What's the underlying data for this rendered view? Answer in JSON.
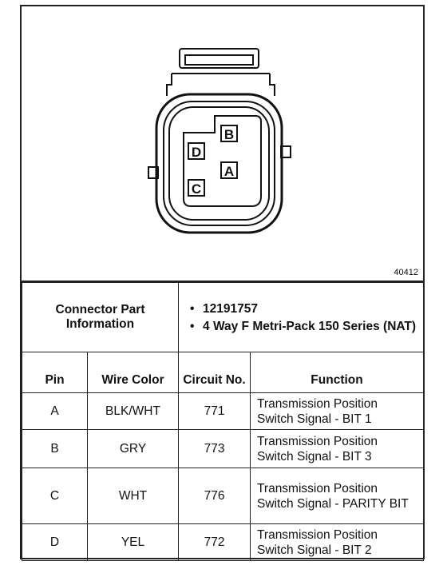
{
  "diagram": {
    "figure_id": "40412",
    "pins": [
      {
        "label": "B"
      },
      {
        "label": "D"
      },
      {
        "label": "A"
      },
      {
        "label": "C"
      }
    ]
  },
  "connector_info": {
    "label": "Connector Part Information",
    "items": [
      "12191757",
      "4 Way F Metri-Pack 150 Series (NAT)"
    ]
  },
  "table": {
    "headers": {
      "pin": "Pin",
      "wire_color": "Wire Color",
      "circuit": "Circuit No.",
      "function": "Function"
    },
    "rows": [
      {
        "pin": "A",
        "wire_color": "BLK/WHT",
        "circuit": "771",
        "function": "Transmission Position Switch Signal - BIT 1"
      },
      {
        "pin": "B",
        "wire_color": "GRY",
        "circuit": "773",
        "function": "Transmission Position Switch Signal - BIT 3"
      },
      {
        "pin": "C",
        "wire_color": "WHT",
        "circuit": "776",
        "function": "Transmission Position Switch Signal - PARITY BIT"
      },
      {
        "pin": "D",
        "wire_color": "YEL",
        "circuit": "772",
        "function": "Transmission Position Switch Signal - BIT 2"
      }
    ]
  }
}
